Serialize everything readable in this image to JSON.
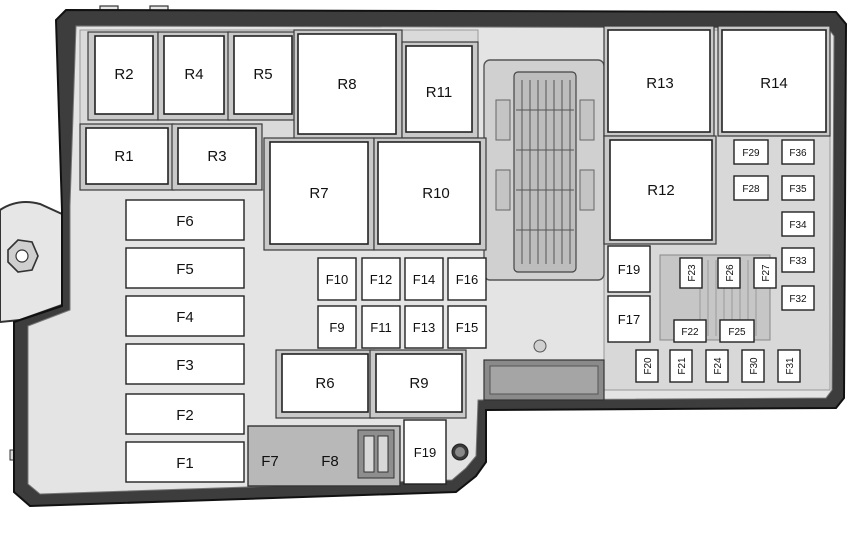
{
  "relays": {
    "r1": "R1",
    "r2": "R2",
    "r3": "R3",
    "r4": "R4",
    "r5": "R5",
    "r6": "R6",
    "r7": "R7",
    "r8": "R8",
    "r9": "R9",
    "r10": "R10",
    "r11": "R11",
    "r12": "R12",
    "r13": "R13",
    "r14": "R14"
  },
  "fuses": {
    "f1": "F1",
    "f2": "F2",
    "f3": "F3",
    "f4": "F4",
    "f5": "F5",
    "f6": "F6",
    "f7": "F7",
    "f8": "F8",
    "f9": "F9",
    "f10": "F10",
    "f11": "F11",
    "f12": "F12",
    "f13": "F13",
    "f14": "F14",
    "f15": "F15",
    "f16": "F16",
    "f17": "F17",
    "f19_upper": "F19",
    "f19_lower": "F19",
    "f20": "F20",
    "f21": "F21",
    "f22": "F22",
    "f23": "F23",
    "f24": "F24",
    "f25": "F25",
    "f26": "F26",
    "f27": "F27",
    "f28": "F28",
    "f29": "F29",
    "f30": "F30",
    "f31": "F31",
    "f32": "F32",
    "f33": "F33",
    "f34": "F34",
    "f35": "F35",
    "f36": "F36"
  },
  "colors": {
    "housing": "#e4e4e4",
    "outline": "#222222",
    "component": "#ffffff"
  }
}
